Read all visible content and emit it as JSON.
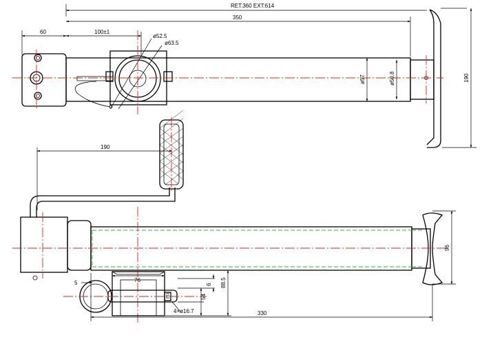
{
  "dimensions": {
    "ret_ext": "RET:360 EXT:614",
    "overall_length_top": "350",
    "flange_offset": "60",
    "clamp_offset": "100±1",
    "dia_small": "ø52.5",
    "dia_large": "ø63.5",
    "dia_tube_outer": "ø57",
    "dia_tube_inner": "ø50.8",
    "height_top": "190",
    "handle_reach": "190",
    "foot_width": "96",
    "length_bottom": "330",
    "ring_offset": "5",
    "clamp_width": "76",
    "clamp_gap": "6",
    "clamp_height": "88.5",
    "bolt_spacing": "54",
    "holes": "4×ø16.7"
  }
}
